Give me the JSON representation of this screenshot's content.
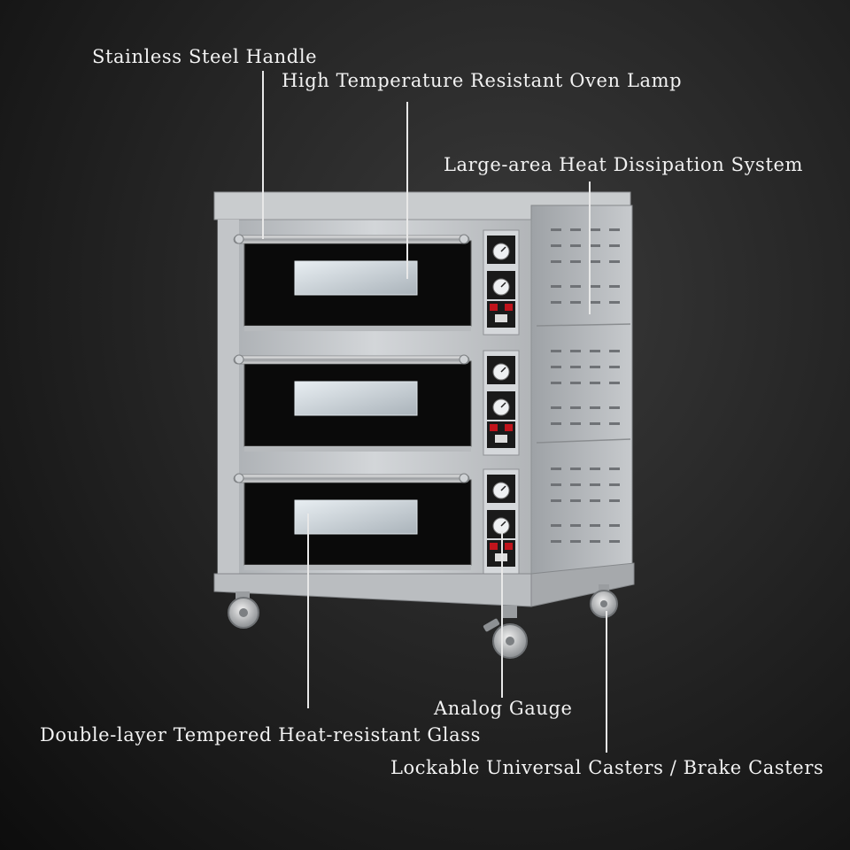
{
  "callouts": {
    "handle": "Stainless Steel Handle",
    "lamp": "High Temperature Resistant Oven Lamp",
    "heat": "Large-area Heat Dissipation System",
    "gauge": "Analog Gauge",
    "glass": "Double-layer Tempered Heat-resistant Glass",
    "casters": "Lockable Universal Casters / Brake Casters"
  },
  "oven": {
    "decks": 3,
    "body_color": "#b9bcbf",
    "door_glass_color": "#0a0a0a",
    "window_color": "#cfd6dc",
    "indicator_color": "#c0141c"
  }
}
